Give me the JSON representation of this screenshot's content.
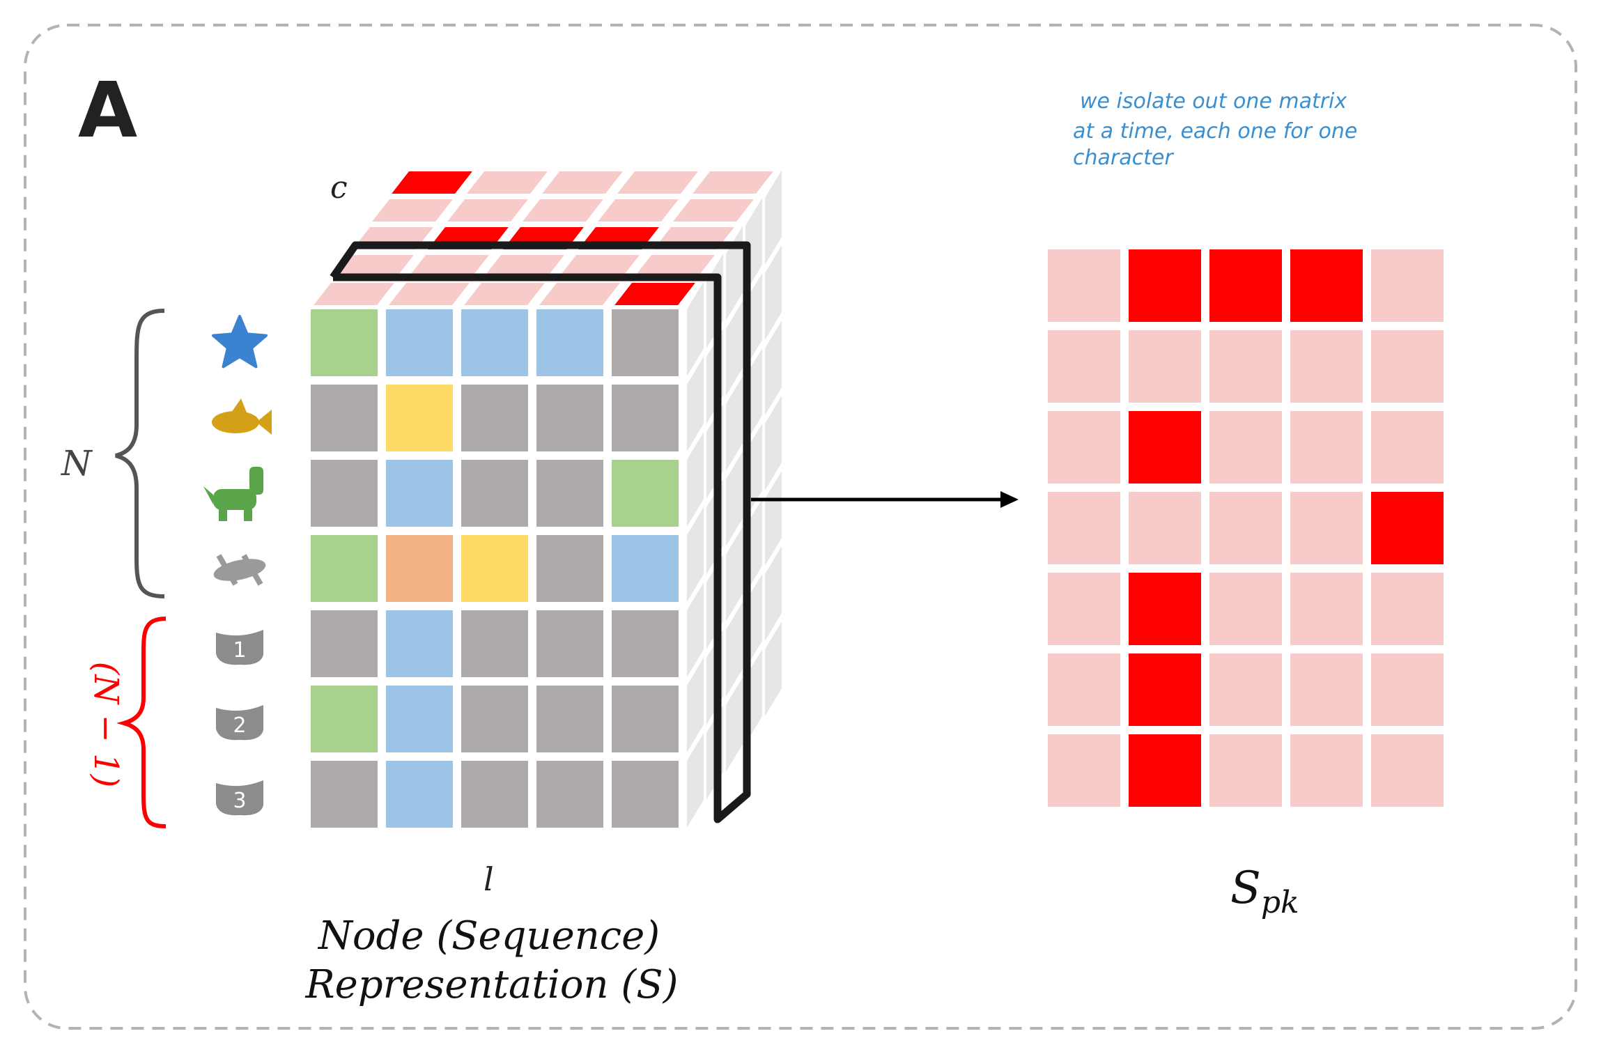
{
  "panel_label": "A",
  "annotation": {
    "lines": [
      "we isolate out one matrix",
      "at a time, each one for one",
      "character"
    ],
    "color": "#3a8fd0"
  },
  "cube": {
    "axis_c": "c",
    "axis_l": "l",
    "group_n_label": "N",
    "group_n_minus_1_label": "(N − 1)",
    "caption_line1": "Node (Sequence)",
    "caption_line2": "Representation (S)",
    "front_face_colors": [
      [
        "green",
        "blue",
        "blue",
        "blue",
        "gray"
      ],
      [
        "gray",
        "yellow",
        "gray",
        "gray",
        "gray"
      ],
      [
        "gray",
        "blue",
        "gray",
        "gray",
        "green"
      ],
      [
        "green",
        "orange",
        "yellow",
        "gray",
        "blue"
      ],
      [
        "gray",
        "blue",
        "gray",
        "gray",
        "gray"
      ],
      [
        "green",
        "blue",
        "gray",
        "gray",
        "gray"
      ],
      [
        "gray",
        "blue",
        "gray",
        "gray",
        "gray"
      ]
    ],
    "slice_highlight_cells": [
      1,
      2,
      3
    ],
    "row_icons": [
      {
        "icon": "starfish-icon",
        "color": "#3b82d0"
      },
      {
        "icon": "fish-icon",
        "color": "#d4a017"
      },
      {
        "icon": "dinosaur-icon",
        "color": "#5aa54a"
      },
      {
        "icon": "lizard-icon",
        "color": "#9a9a9a"
      },
      {
        "icon": "node-1-icon",
        "color": "#8c8c8c",
        "number": "1"
      },
      {
        "icon": "node-2-icon",
        "color": "#8c8c8c",
        "number": "2"
      },
      {
        "icon": "node-3-icon",
        "color": "#8c8c8c",
        "number": "3"
      }
    ]
  },
  "matrix": {
    "label": "S",
    "label_subscript": "pk",
    "cells": [
      [
        0,
        1,
        1,
        1,
        0
      ],
      [
        0,
        0,
        0,
        0,
        0
      ],
      [
        0,
        1,
        0,
        0,
        0
      ],
      [
        0,
        0,
        0,
        0,
        1
      ],
      [
        0,
        1,
        0,
        0,
        0
      ],
      [
        0,
        1,
        0,
        0,
        0
      ],
      [
        0,
        1,
        0,
        0,
        0
      ]
    ]
  },
  "colors": {
    "green": "#a9d18e",
    "blue": "#9dc3e6",
    "yellow": "#ffd966",
    "orange": "#f4b183",
    "gray": "#aeaaaa",
    "red": "#ff0000",
    "light_red": "#f8cbcb",
    "side_gray": "#e6e6e6",
    "bracket_gray": "#555555",
    "bracket_red": "#ff0000"
  }
}
